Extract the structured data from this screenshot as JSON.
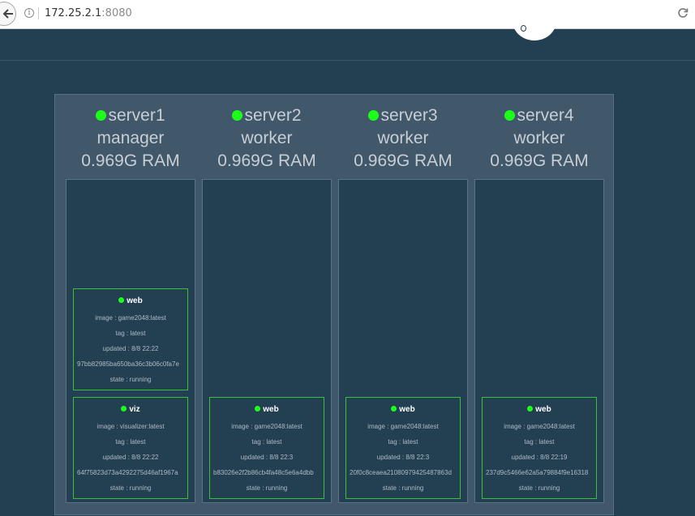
{
  "browser": {
    "url_host": "172.25.2.1",
    "url_port": ":8080"
  },
  "colors": {
    "background": "#233f52",
    "cluster_panel": "#41586a",
    "status_green": "#1bff1b",
    "task_border": "#3bbf3b"
  },
  "nodes": [
    {
      "name": "server1",
      "role": "manager",
      "ram": "0.969G RAM",
      "status": "ready",
      "tasks": [
        {
          "name": "web",
          "image": "image : game2048:latest",
          "tag": "tag : latest",
          "updated": "updated : 8/8 22:22",
          "id": "97bb82985ba650ba36c3b06c0fa7e",
          "state": "state : running"
        },
        {
          "name": "viz",
          "image": "image : visualizer:latest",
          "tag": "tag : latest",
          "updated": "updated : 8/8 22:22",
          "id": "64f75823d73a4292275d46af1967a",
          "state": "state : running"
        }
      ]
    },
    {
      "name": "server2",
      "role": "worker",
      "ram": "0.969G RAM",
      "status": "ready",
      "tasks": [
        {
          "name": "web",
          "image": "image : game2048:latest",
          "tag": "tag : latest",
          "updated": "updated : 8/8 22:3",
          "id": "b83026e2f2b86cb4fa48c5e6a4dbb",
          "state": "state : running"
        }
      ]
    },
    {
      "name": "server3",
      "role": "worker",
      "ram": "0.969G RAM",
      "status": "ready",
      "tasks": [
        {
          "name": "web",
          "image": "image : game2048:latest",
          "tag": "tag : latest",
          "updated": "updated : 8/8 22:3",
          "id": "20f0c8ceaea21080979425487863d",
          "state": "state : running"
        }
      ]
    },
    {
      "name": "server4",
      "role": "worker",
      "ram": "0.969G RAM",
      "status": "ready",
      "tasks": [
        {
          "name": "web",
          "image": "image : game2048:latest",
          "tag": "tag : latest",
          "updated": "updated : 8/8 22:19",
          "id": "237d9c5466e62a5a79884f9e16318",
          "state": "state : running"
        }
      ]
    }
  ]
}
